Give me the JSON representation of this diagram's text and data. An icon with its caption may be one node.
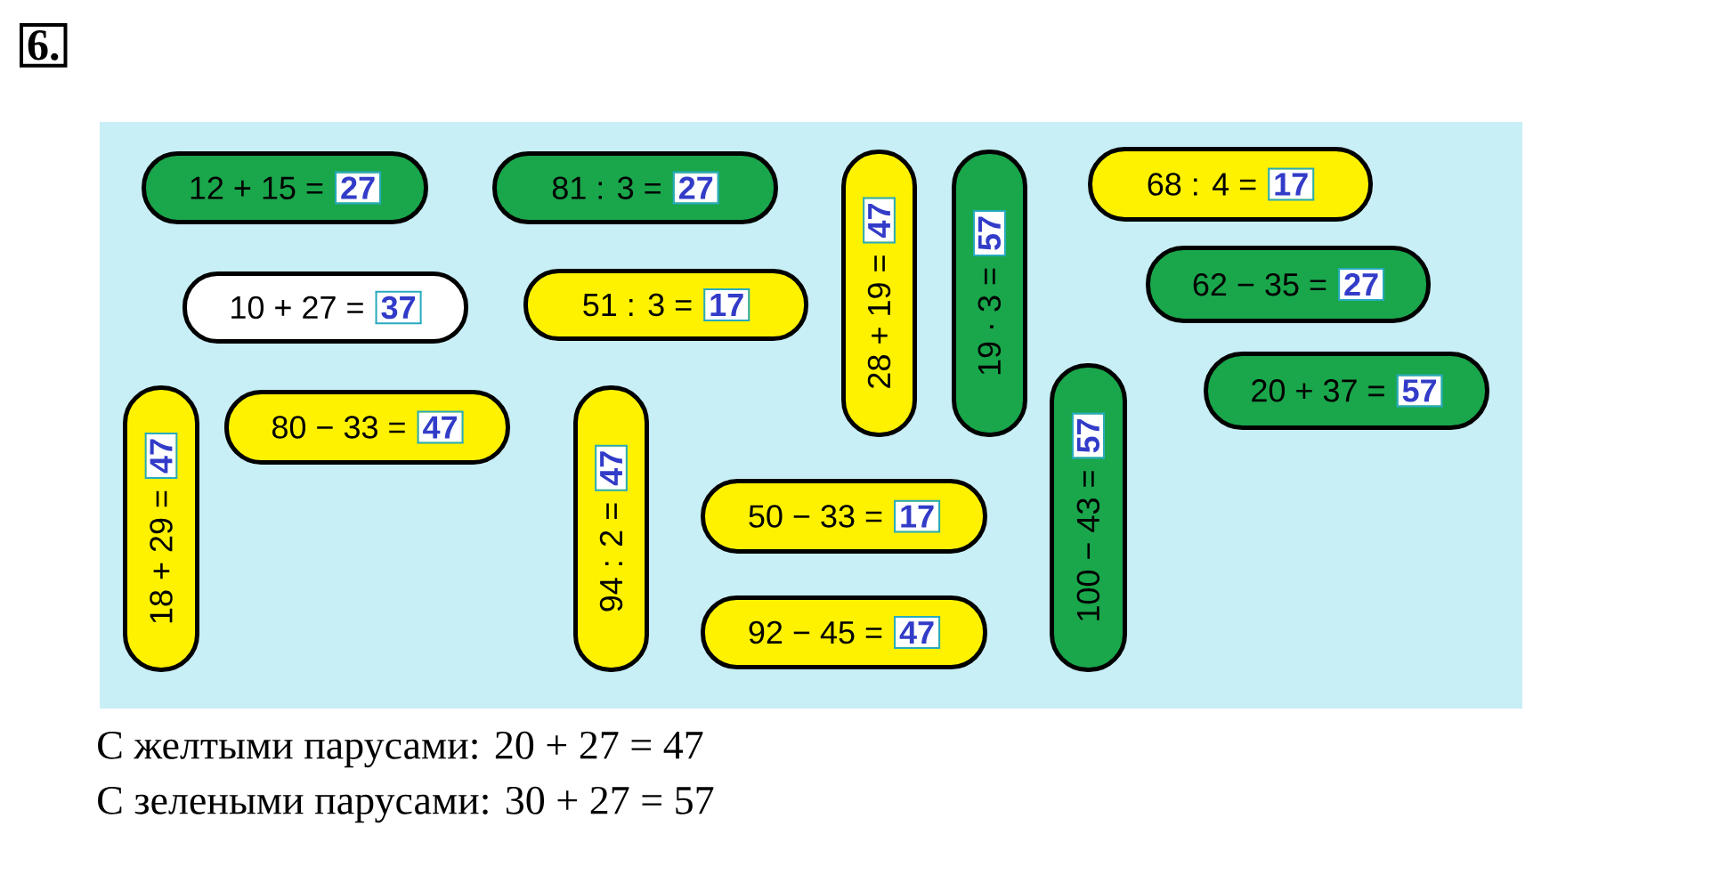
{
  "diagram": {
    "title": "6.",
    "nodes": [
      {
        "text": [
          "12 + 15 =",
          "27"
        ]
      },
      {
        "text": [
          "81 : 3 =",
          "27"
        ]
      },
      {
        "text": [
          "28 + 19 =",
          "47"
        ]
      },
      {
        "text": [
          "19 · 3 =",
          "57"
        ]
      },
      {
        "text": [
          "68 : 4 =",
          "17"
        ]
      },
      {
        "text": [
          "10 + 27 =",
          "37"
        ]
      },
      {
        "text": [
          "51 : 3 =",
          "17"
        ]
      },
      {
        "text": [
          "62 − 35 =",
          "27"
        ]
      },
      {
        "text": [
          "20 + 37 =",
          "57"
        ]
      },
      {
        "text": [
          "18 + 29 =",
          "47"
        ]
      },
      {
        "text": [
          "80 − 33 =",
          "47"
        ]
      },
      {
        "text": [
          "94 : 2 =",
          "47"
        ]
      },
      {
        "text": [
          "100 − 43 =",
          "57"
        ]
      },
      {
        "text": [
          "50 − 33 =",
          "17"
        ]
      },
      {
        "text": [
          "92 − 45 =",
          "47"
        ]
      }
    ],
    "labels": [
      "С желтыми парусами: 20 + 27 = 47",
      "С зелеными парусами: 30 + 27 = 57"
    ]
  }
}
